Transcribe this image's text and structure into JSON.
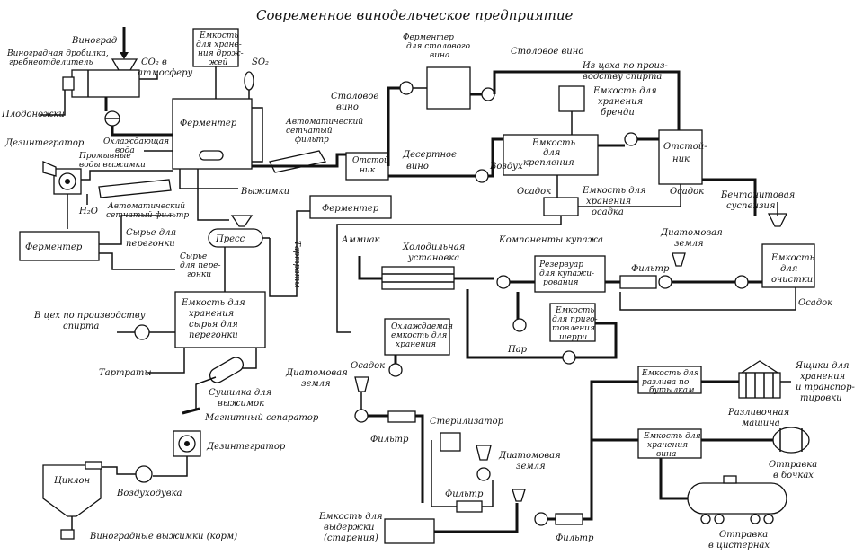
{
  "title": "Современное винодельческое предприятие",
  "labels": {
    "grapes": "Виноград",
    "crusher_line1": "Виноградная дробилка,",
    "crusher_line2": "гребнеотделитель",
    "co2": "CO₂ в",
    "co2_b": "атмосферу",
    "stems": "Плодоножки",
    "yeast_l1": "Емкость",
    "yeast_l2": "для хране-",
    "yeast_l3": "ния дрож-",
    "yeast_l4": "жей",
    "so2": "SO₂",
    "fermenter_main": "Ферментер",
    "cooling_water_l1": "Охлаждающая",
    "cooling_water_l2": "вода",
    "disintegrator_top": "Дезинтегратор",
    "wash_l1": "Промывные",
    "wash_l2": "воды выжимки",
    "auto_filter_top_l1": "Автоматический",
    "auto_filter_top_l2": "сетчатый",
    "auto_filter_top_l3": "фильтр",
    "h2o": "H₂O",
    "auto_filter_mid_l1": "Автоматический",
    "auto_filter_mid_l2": "сетчатый фильтр",
    "pomace_1": "Выжимки",
    "fermenter_left": "Ферментер",
    "raw_distill_l1": "Сырье для",
    "raw_distill_l2": "перегонки",
    "press": "Пресс",
    "raw_distill2_l1": "Сырье",
    "raw_distill2_l2": "для пере-",
    "raw_distill2_l3": "гонки",
    "storage_raw_l1": "Емкость для",
    "storage_raw_l2": "хранения",
    "storage_raw_l3": "сырья для",
    "storage_raw_l4": "перегонки",
    "to_spirit_l1": "В цех по производству",
    "to_spirit_l2": "спирта",
    "tartrates_left": "Тартраты",
    "dryer_l1": "Сушилка для",
    "dryer_l2": "выжимок",
    "magnet": "Магнитный сепаратор",
    "disintegrator_bottom": "Дезинтегратор",
    "cyclone": "Циклон",
    "blower": "Воздуходувка",
    "feed": "Виноградные выжимки (корм)",
    "fermenter_table_l1": "Ферментер",
    "fermenter_table_l2": "для столового",
    "fermenter_table_l3": "вина",
    "table_wine_top": "Столовое вино",
    "table_wine_left_l1": "Столовое",
    "table_wine_left_l2": "вино",
    "settler_l1": "Отстой",
    "settler_l2": "ник",
    "dessert_l1": "Десертное",
    "dessert_l2": "вино",
    "from_spirit_l1": "Из цеха по произ-",
    "from_spirit_l2": "водству спирта",
    "brandy_l1": "Емкость для",
    "brandy_l2": "хранения",
    "brandy_l3": "бренди",
    "fortify_l1": "Емкость",
    "fortify_l2": "для",
    "fortify_l3": "крепления",
    "air": "Воздух",
    "settler_right_l1": "Отстой-",
    "settler_right_l2": "ник",
    "sediment_1": "Осадок",
    "sediment_store_l1": "Емкость для",
    "sediment_store_l2": "хранения",
    "sediment_store_l3": "осадка",
    "sediment_2": "Осадок",
    "bentonite_l1": "Бентонитовая",
    "bentonite_l2": "суспензия",
    "fermenter_mid": "Ферментер",
    "tartrates_mid": "Тартраты",
    "ammonia": "Аммиак",
    "cooling_unit_l1": "Холодильная",
    "cooling_unit_l2": "установка",
    "blend_components": "Компоненты купажа",
    "blend_tank_l1": "Резервуар",
    "blend_tank_l2": "для купажи-",
    "blend_tank_l3": "рования",
    "diatom_1_l1": "Диатомовая",
    "diatom_1_l2": "земля",
    "filter_1": "Фильтр",
    "clean_tank_l1": "Емкость",
    "clean_tank_l2": "для",
    "clean_tank_l3": "очистки",
    "sediment_3": "Осадок",
    "sherry_l1": "Емкость",
    "sherry_l2": "для приго-",
    "sherry_l3": "товления",
    "sherry_l4": "шерри",
    "steam": "Пар",
    "cooled_l1": "Охлаждаемая",
    "cooled_l2": "емкость для",
    "cooled_l3": "хранения",
    "sediment_4": "Осадок",
    "diatom_2_l1": "Диатомовая",
    "diatom_2_l2": "земля",
    "filter_2": "Фильтр",
    "sterilizer": "Стерилизатор",
    "diatom_3_l1": "Диатомовая",
    "diatom_3_l2": "земля",
    "filter_3": "Фильтр",
    "aging_l1": "Емкость для",
    "aging_l2": "выдержки",
    "aging_l3": "(старения)",
    "filter_4": "Фильтр",
    "bottling_tank_l1": "Емкость для",
    "bottling_tank_l2": "разлива по",
    "bottling_tank_l3": "бутылкам",
    "bottling_machine_l1": "Разливочная",
    "bottling_machine_l2": "машина",
    "boxes_l1": "Ящики для",
    "boxes_l2": "хранения",
    "boxes_l3": "и транспор-",
    "boxes_l4": "тировки",
    "wine_store_l1": "Емкость для",
    "wine_store_l2": "хранения",
    "wine_store_l3": "вина",
    "barrels_l1": "Отправка",
    "barrels_l2": "в бочках",
    "tanks_l1": "Отправка",
    "tanks_l2": "в цистернах"
  }
}
